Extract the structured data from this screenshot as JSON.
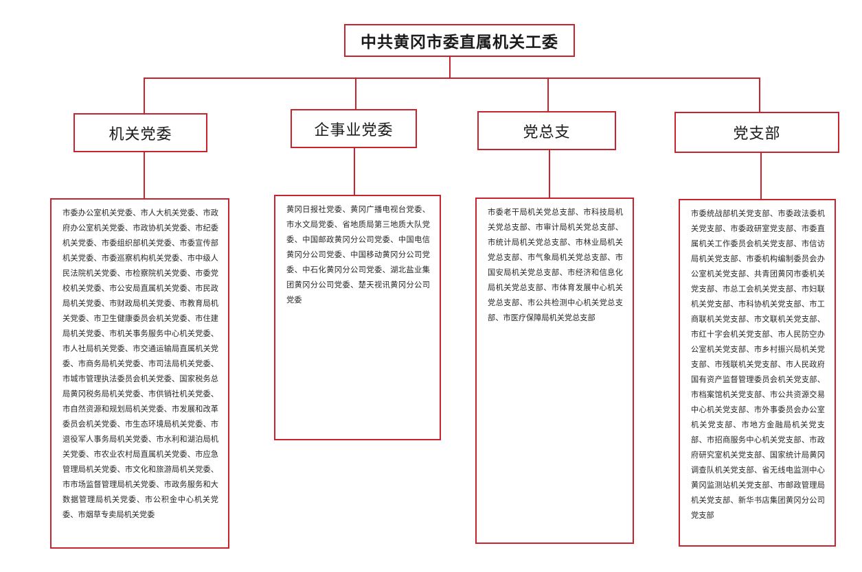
{
  "root": {
    "title": "中共黄冈市委直属机关工委"
  },
  "branches": [
    {
      "title": "机关党委",
      "content": "市委办公室机关党委、市人大机关党委、市政府办公室机关党委、市政协机关党委、市纪委机关党委、市委组织部机关党委、市委宣传部机关党委、市委巡察机构机关党委、市中级人民法院机关党委、市检察院机关党委、市委党校机关党委、市公安局直属机关党委、市民政局机关党委、市财政局机关党委、市教育局机关党委、市卫生健康委员会机关党委、市住建局机关党委、市机关事务服务中心机关党委、市人社局机关党委、市交通运输局直属机关党委、市商务局机关党委、市司法局机关党委、市城市管理执法委员会机关党委、国家税务总局黄冈税务局机关党委、市供销社机关党委、市自然资源和规划局机关党委、市发展和改革委员会机关党委、市生态环境局机关党委、市退役军人事务局机关党委、市水利和湖泊局机关党委、市农业农村局直属机关党委、市应急管理局机关党委、市文化和旅游局机关党委、市市场监督管理局机关党委、市政务服务和大数据管理局机关党委、市公积金中心机关党委、市烟草专卖局机关党委"
    },
    {
      "title": "企事业党委",
      "content": "黄冈日报社党委、黄冈广播电视台党委、市水文局党委、省地质局第三地质大队党委、中国邮政黄冈分公司党委、中国电信黄冈分公司党委、中国移动黄冈分公司党委、中石化黄冈分公司党委、湖北盐业集团黄冈分公司党委、楚天视讯黄冈分公司党委"
    },
    {
      "title": "党总支",
      "content": "市委老干局机关党总支部、市科技局机关党总支部、市审计局机关党总支部、市统计局机关党总支部、市林业局机关党总支部、市气象局机关党总支部、市国安局机关党总支部、市经济和信息化局机关党总支部、市体育发展中心机关党总支部、市公共检测中心机关党总支部、市医疗保障局机关党总支部"
    },
    {
      "title": "党支部",
      "content": "市委统战部机关党支部、市委政法委机关党支部、市委政研室党支部、市委直属机关工作委员会机关党支部、市信访局机关党支部、市委机构编制委员会办公室机关党支部、共青团黄冈市委机关党支部、市总工会机关党支部、市妇联机关党支部、市科协机关党支部、市工商联机关党支部、市文联机关党支部、市红十字会机关党支部、市人民防空办公室机关党支部、市乡村振兴局机关党支部、市残联机关党支部、市人民政府国有资产监督管理委员会机关党支部、市档案馆机关党支部、市公共资源交易中心机关党支部、市外事委员会办公室机关党支部、市地方金融局机关党支部、市招商服务中心机关党支部、市政府研究室机关党支部、国家统计局黄冈调查队机关党支部、省无线电监测中心黄冈监测站机关党支部、市邮政管理局机关党支部、新华书店集团黄冈分公司党支部"
    }
  ],
  "colors": {
    "border": "#c7222e",
    "connector": "#c7222e",
    "text": "#262626"
  }
}
